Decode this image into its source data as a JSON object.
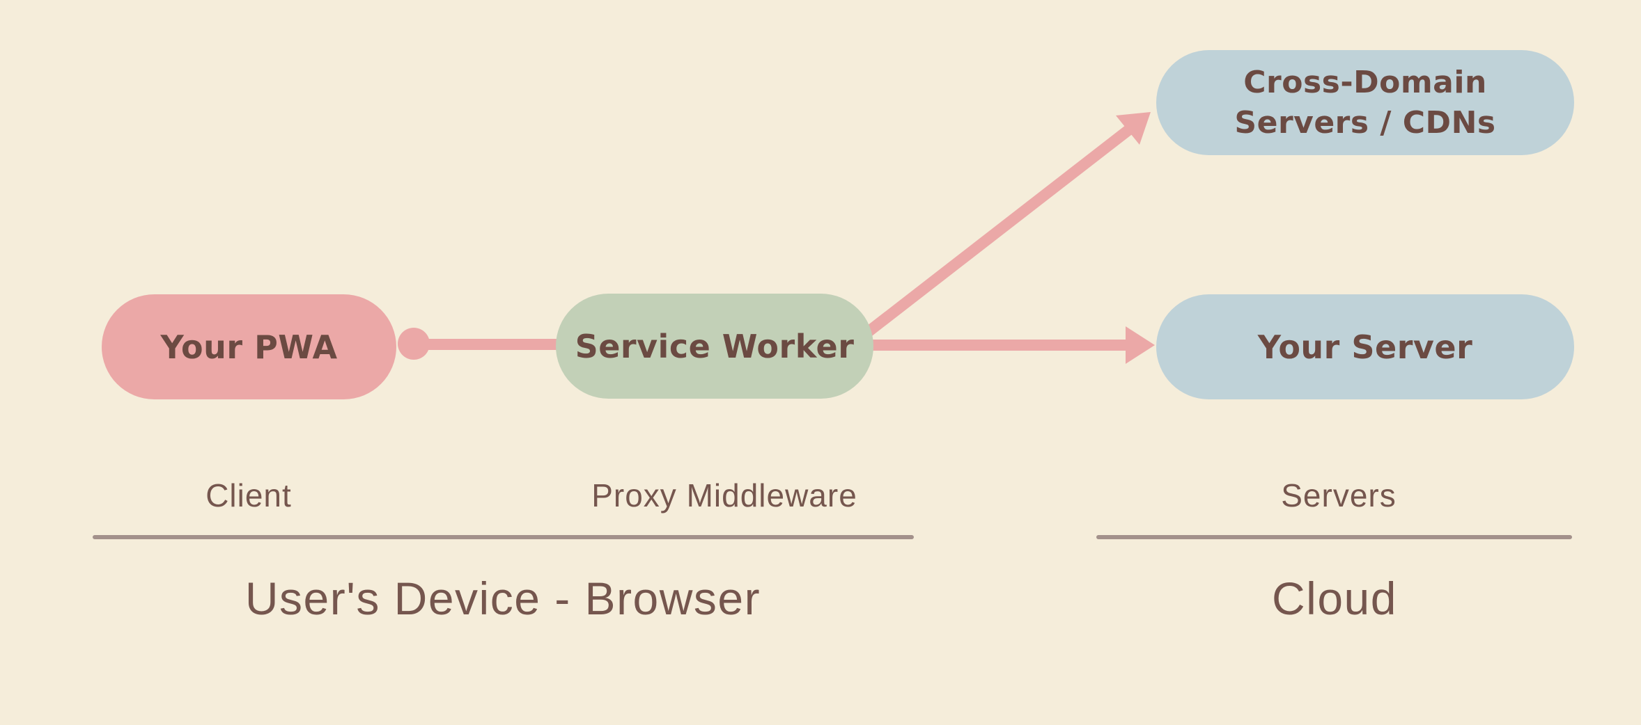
{
  "colors": {
    "bg": "#f5edda",
    "pink": "#eba8a7",
    "green": "#c2d0b7",
    "blue": "#bfd2d8",
    "arrow": "#eba8a7",
    "text-dark": "#6b4a42",
    "text-label": "#75564e",
    "divider": "#a3918b"
  },
  "nodes": {
    "pwa": {
      "label": "Your PWA"
    },
    "service_worker": {
      "label": "Service Worker"
    },
    "cross_domain": {
      "line1": "Cross-Domain",
      "line2": "Servers / CDNs"
    },
    "your_server": {
      "label": "Your Server"
    }
  },
  "lane_labels": {
    "client": "Client",
    "proxy": "Proxy Middleware",
    "servers": "Servers"
  },
  "zones": {
    "device": "User's Device - Browser",
    "cloud": "Cloud"
  }
}
